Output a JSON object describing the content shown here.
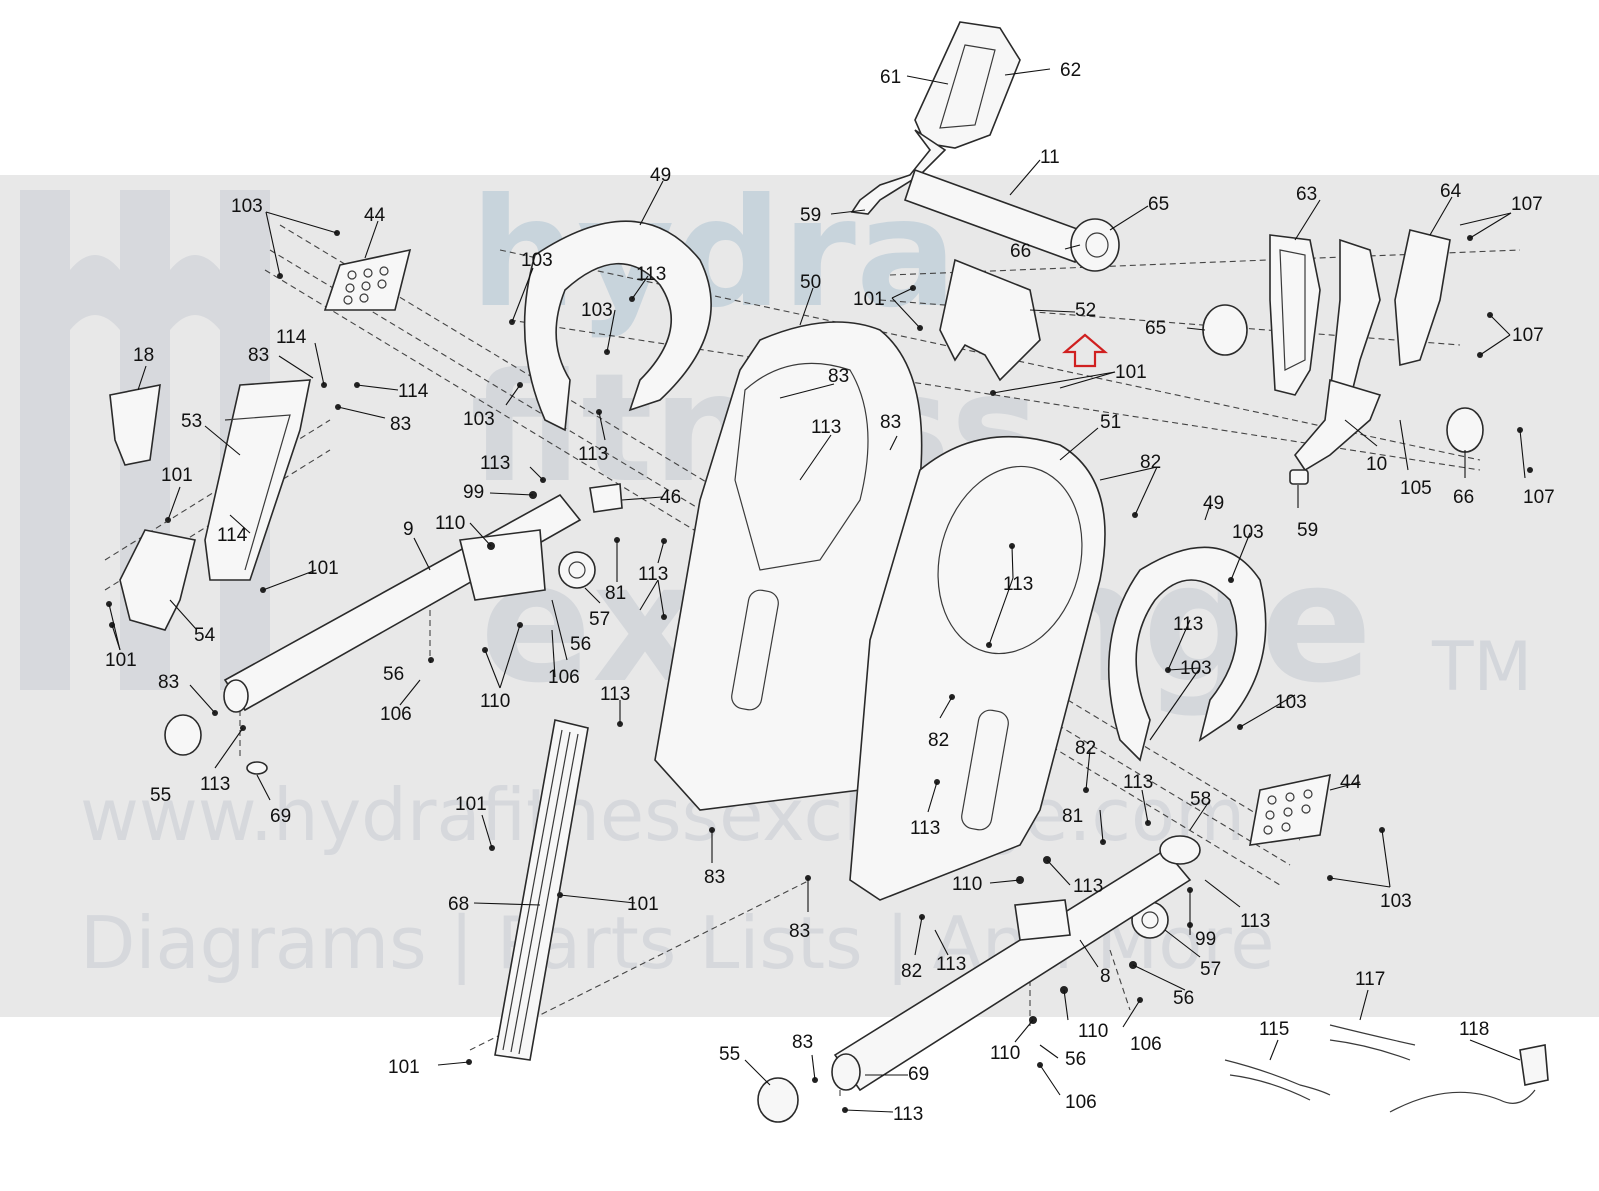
{
  "watermark": {
    "brand_top": "hydra",
    "brand_mid": "fitness",
    "brand_bottom": "exchange",
    "trademark": "TM",
    "url": "www.hydrafitnessexchange.com",
    "tagline": "Diagrams | Parts Lists | And More",
    "band_color": "#e8e8e8"
  },
  "marker": {
    "name": "red-up-arrow-icon",
    "color": "#d02020"
  },
  "callouts": [
    {
      "id": "c1",
      "text": "61"
    },
    {
      "id": "c2",
      "text": "62"
    },
    {
      "id": "c3",
      "text": "11"
    },
    {
      "id": "c4",
      "text": "59"
    },
    {
      "id": "c5",
      "text": "65"
    },
    {
      "id": "c6",
      "text": "66"
    },
    {
      "id": "c7",
      "text": "49"
    },
    {
      "id": "c8",
      "text": "103"
    },
    {
      "id": "c9",
      "text": "44"
    },
    {
      "id": "c10",
      "text": "103"
    },
    {
      "id": "c11",
      "text": "113"
    },
    {
      "id": "c12",
      "text": "103"
    },
    {
      "id": "c13",
      "text": "50"
    },
    {
      "id": "c14",
      "text": "101"
    },
    {
      "id": "c15",
      "text": "52"
    },
    {
      "id": "c16",
      "text": "101"
    },
    {
      "id": "c17",
      "text": "63"
    },
    {
      "id": "c18",
      "text": "64"
    },
    {
      "id": "c19",
      "text": "107"
    },
    {
      "id": "c20",
      "text": "65"
    },
    {
      "id": "c21",
      "text": "107"
    },
    {
      "id": "c22",
      "text": "18"
    },
    {
      "id": "c23",
      "text": "114"
    },
    {
      "id": "c24",
      "text": "83"
    },
    {
      "id": "c25",
      "text": "114"
    },
    {
      "id": "c26",
      "text": "83"
    },
    {
      "id": "c27",
      "text": "53"
    },
    {
      "id": "c28",
      "text": "103"
    },
    {
      "id": "c29",
      "text": "113"
    },
    {
      "id": "c30",
      "text": "83"
    },
    {
      "id": "c31",
      "text": "113"
    },
    {
      "id": "c32",
      "text": "83"
    },
    {
      "id": "c33",
      "text": "51"
    },
    {
      "id": "c34",
      "text": "82"
    },
    {
      "id": "c35",
      "text": "10"
    },
    {
      "id": "c36",
      "text": "105"
    },
    {
      "id": "c37",
      "text": "66"
    },
    {
      "id": "c38",
      "text": "107"
    },
    {
      "id": "c39",
      "text": "59"
    },
    {
      "id": "c40",
      "text": "101"
    },
    {
      "id": "c41",
      "text": "113"
    },
    {
      "id": "c42",
      "text": "99"
    },
    {
      "id": "c43",
      "text": "46"
    },
    {
      "id": "c44",
      "text": "114"
    },
    {
      "id": "c45",
      "text": "110"
    },
    {
      "id": "c46",
      "text": "9"
    },
    {
      "id": "c47",
      "text": "101"
    },
    {
      "id": "c48",
      "text": "113"
    },
    {
      "id": "c49",
      "text": "81"
    },
    {
      "id": "c50",
      "text": "49"
    },
    {
      "id": "c51",
      "text": "103"
    },
    {
      "id": "c52",
      "text": "54"
    },
    {
      "id": "c53",
      "text": "57"
    },
    {
      "id": "c54",
      "text": "113"
    },
    {
      "id": "c55",
      "text": "101"
    },
    {
      "id": "c56",
      "text": "56"
    },
    {
      "id": "c57",
      "text": "56"
    },
    {
      "id": "c58",
      "text": "106"
    },
    {
      "id": "c59",
      "text": "113"
    },
    {
      "id": "c60",
      "text": "103"
    },
    {
      "id": "c61",
      "text": "110"
    },
    {
      "id": "c62",
      "text": "106"
    },
    {
      "id": "c63",
      "text": "83"
    },
    {
      "id": "c64",
      "text": "113"
    },
    {
      "id": "c65",
      "text": "103"
    },
    {
      "id": "c66",
      "text": "55"
    },
    {
      "id": "c67",
      "text": "113"
    },
    {
      "id": "c68",
      "text": "69"
    },
    {
      "id": "c69",
      "text": "82"
    },
    {
      "id": "c70",
      "text": "82"
    },
    {
      "id": "c71",
      "text": "113"
    },
    {
      "id": "c72",
      "text": "44"
    },
    {
      "id": "c73",
      "text": "58"
    },
    {
      "id": "c74",
      "text": "101"
    },
    {
      "id": "c75",
      "text": "113"
    },
    {
      "id": "c76",
      "text": "81"
    },
    {
      "id": "c77",
      "text": "83"
    },
    {
      "id": "c78",
      "text": "68"
    },
    {
      "id": "c79",
      "text": "101"
    },
    {
      "id": "c80",
      "text": "110"
    },
    {
      "id": "c81",
      "text": "113"
    },
    {
      "id": "c82",
      "text": "103"
    },
    {
      "id": "c83",
      "text": "113"
    },
    {
      "id": "c84",
      "text": "99"
    },
    {
      "id": "c85",
      "text": "83"
    },
    {
      "id": "c86",
      "text": "82"
    },
    {
      "id": "c87",
      "text": "113"
    },
    {
      "id": "c88",
      "text": "57"
    },
    {
      "id": "c89",
      "text": "8"
    },
    {
      "id": "c90",
      "text": "56"
    },
    {
      "id": "c91",
      "text": "117"
    },
    {
      "id": "c92",
      "text": "110"
    },
    {
      "id": "c93",
      "text": "106"
    },
    {
      "id": "c94",
      "text": "118"
    },
    {
      "id": "c95",
      "text": "115"
    },
    {
      "id": "c96",
      "text": "101"
    },
    {
      "id": "c97",
      "text": "55"
    },
    {
      "id": "c98",
      "text": "83"
    },
    {
      "id": "c99",
      "text": "69"
    },
    {
      "id": "c100",
      "text": "110"
    },
    {
      "id": "c101",
      "text": "56"
    },
    {
      "id": "c102",
      "text": "106"
    },
    {
      "id": "c103",
      "text": "113"
    }
  ]
}
